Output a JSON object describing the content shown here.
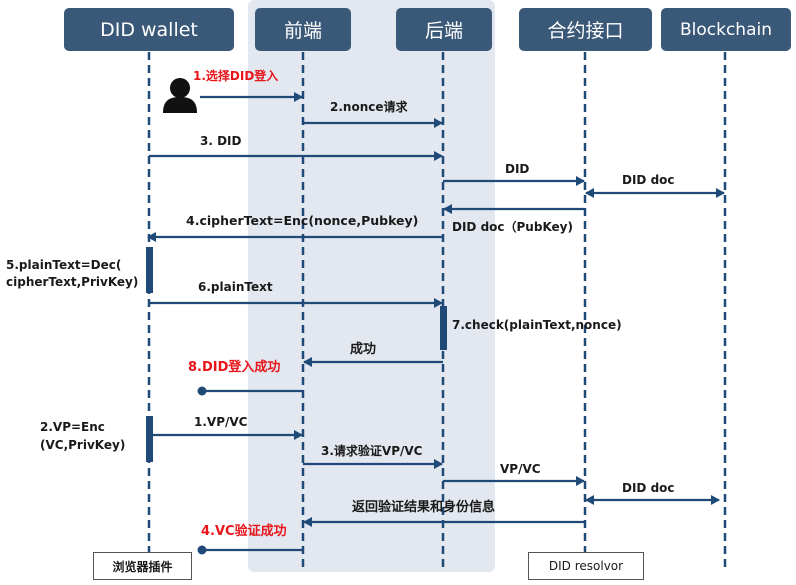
{
  "participants": [
    {
      "id": "wallet",
      "label": "DID wallet"
    },
    {
      "id": "frontend",
      "label": "前端"
    },
    {
      "id": "backend",
      "label": "后端"
    },
    {
      "id": "contract",
      "label": "合约接口"
    },
    {
      "id": "chain",
      "label": "Blockchain"
    }
  ],
  "messages": [
    {
      "label": "1.选择DID登入",
      "highlight": true
    },
    {
      "label": "2.nonce请求"
    },
    {
      "label": "3. DID"
    },
    {
      "label": "DID"
    },
    {
      "label": "DID doc"
    },
    {
      "label": "DID doc（PubKey)"
    },
    {
      "label": "4.cipherText=Enc(nonce,Pubkey)"
    },
    {
      "label": "6.plainText"
    },
    {
      "label": "成功"
    },
    {
      "label": "8.DID登入成功",
      "highlight": true
    },
    {
      "label": "1.VP/VC"
    },
    {
      "label": "3.请求验证VP/VC"
    },
    {
      "label": "VP/VC"
    },
    {
      "label": "DID doc"
    },
    {
      "label": "返回验证结果和身份信息"
    },
    {
      "label": "4.VC验证成功",
      "highlight": true
    }
  ],
  "notes": {
    "plaintext_dec": [
      "5.plainText=Dec(",
      "cipherText,PrivKey)"
    ],
    "check": "7.check(plainText,nonce)",
    "vp_enc": [
      "2.VP=Enc",
      "(VC,PrivKey)"
    ]
  },
  "footer": {
    "browser_plugin": "浏览器插件",
    "did_resolver": "DID resolvor"
  },
  "colors": {
    "box": "#3a5878",
    "line": "#1f4a78",
    "highlight_text": "#e8151b",
    "shaded_region": "#e3e7ef"
  },
  "icons": [
    "user-icon"
  ]
}
